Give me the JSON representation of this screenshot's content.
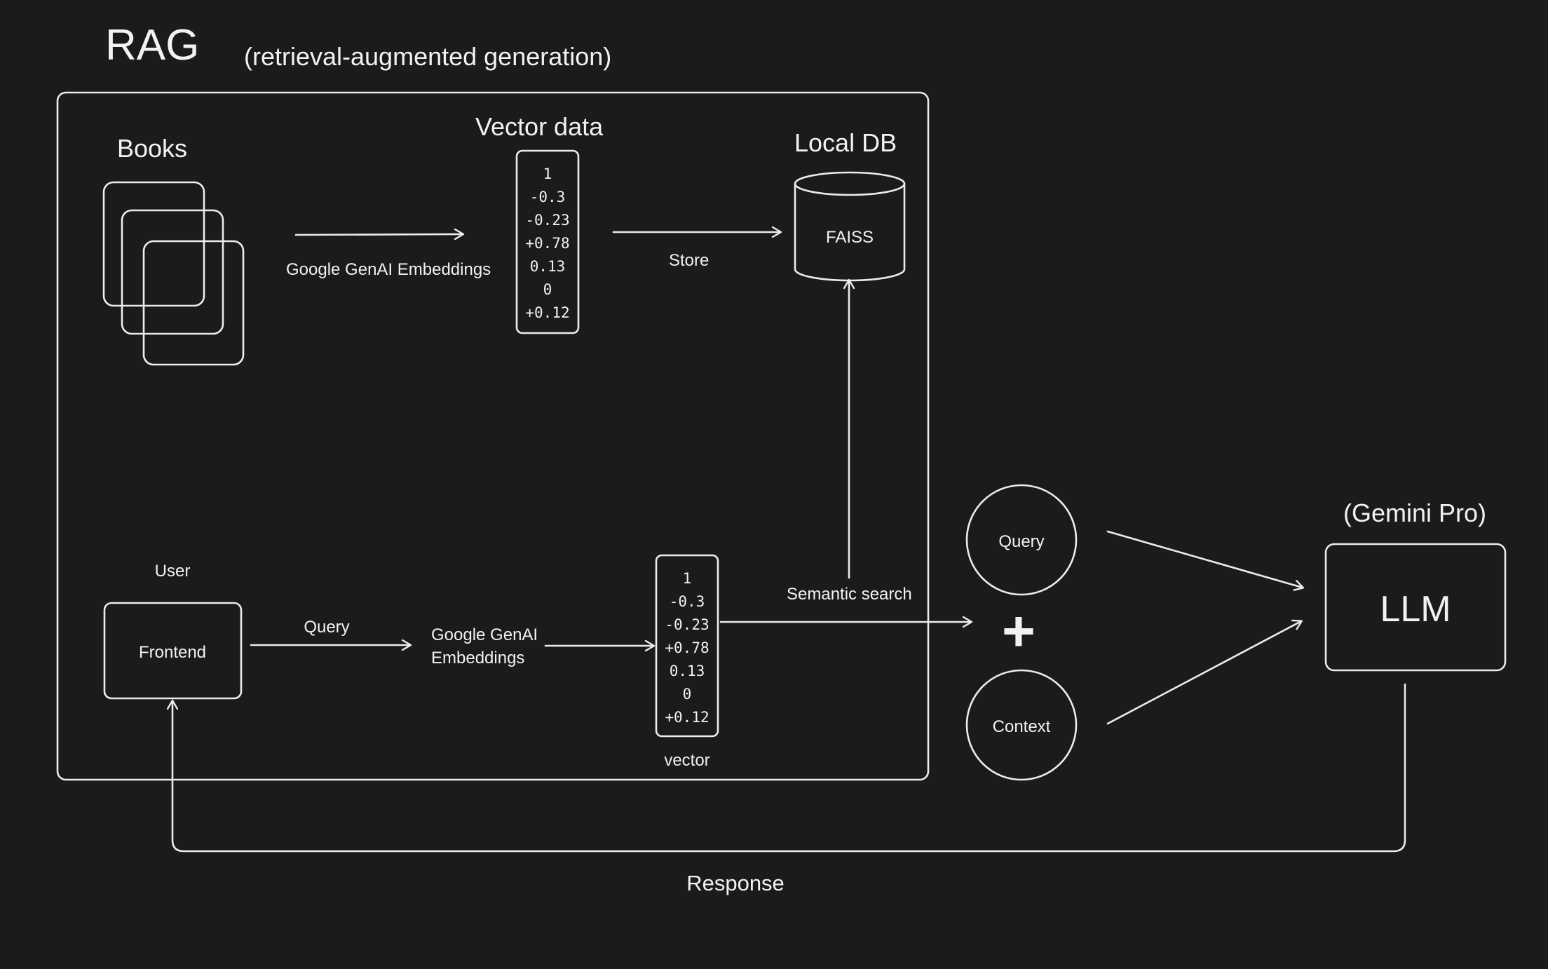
{
  "title": "RAG",
  "subtitle": "(retrieval-augmented generation)",
  "ingest": {
    "books_label": "Books",
    "embed_label": "Google GenAI Embeddings",
    "vector_heading": "Vector data",
    "vector_values": [
      "1",
      "-0.3",
      "-0.23",
      "+0.78",
      "0.13",
      "0",
      "+0.12"
    ],
    "store_label": "Store",
    "db_heading": "Local DB",
    "db_name": "FAISS"
  },
  "query_flow": {
    "user_label": "User",
    "frontend_label": "Frontend",
    "query_label": "Query",
    "embed_label_line1": "Google GenAI",
    "embed_label_line2": "Embeddings",
    "vector_values": [
      "1",
      "-0.3",
      "-0.23",
      "+0.78",
      "0.13",
      "0",
      "+0.12"
    ],
    "vector_caption": "vector",
    "search_label": "Semantic search"
  },
  "combine": {
    "query_circle": "Query",
    "plus": "+",
    "context_circle": "Context"
  },
  "llm": {
    "model_label": "(Gemini Pro)",
    "box_label": "LLM"
  },
  "response_label": "Response"
}
